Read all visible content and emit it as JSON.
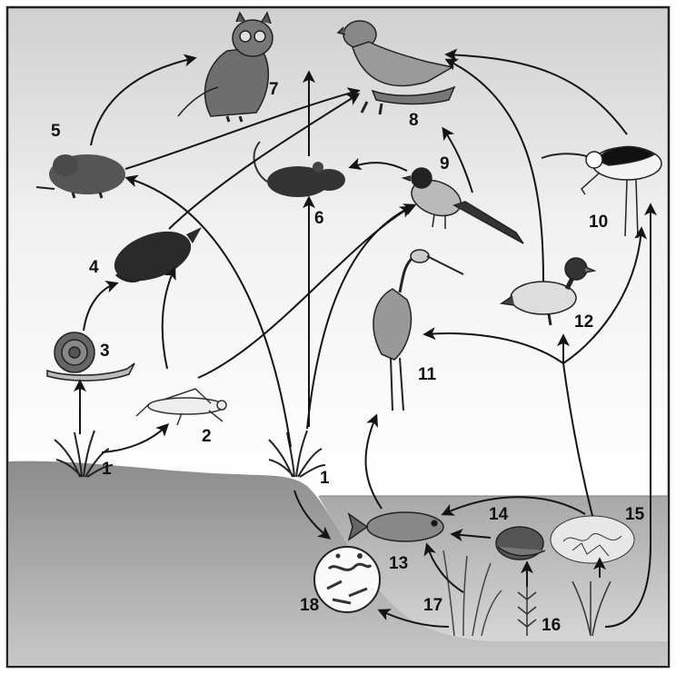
{
  "diagram": {
    "labels": {
      "grass_left": "1",
      "grasshopper": "2",
      "snail": "3",
      "mole": "4",
      "vole": "5",
      "mouse": "6",
      "owl": "7",
      "falcon": "8",
      "songbird": "9",
      "avocet": "10",
      "heron": "11",
      "duck": "12",
      "fish": "13",
      "water_snail": "14",
      "plankton": "15",
      "water_plant": "16",
      "reeds": "17",
      "decomposers": "18",
      "grass_right": "1"
    },
    "colors": {
      "frame": "#222222",
      "ink": "#141414",
      "sky_top": "#d2d2d2",
      "ground": "#a9a9a9",
      "water": "#b9b9b9"
    }
  }
}
